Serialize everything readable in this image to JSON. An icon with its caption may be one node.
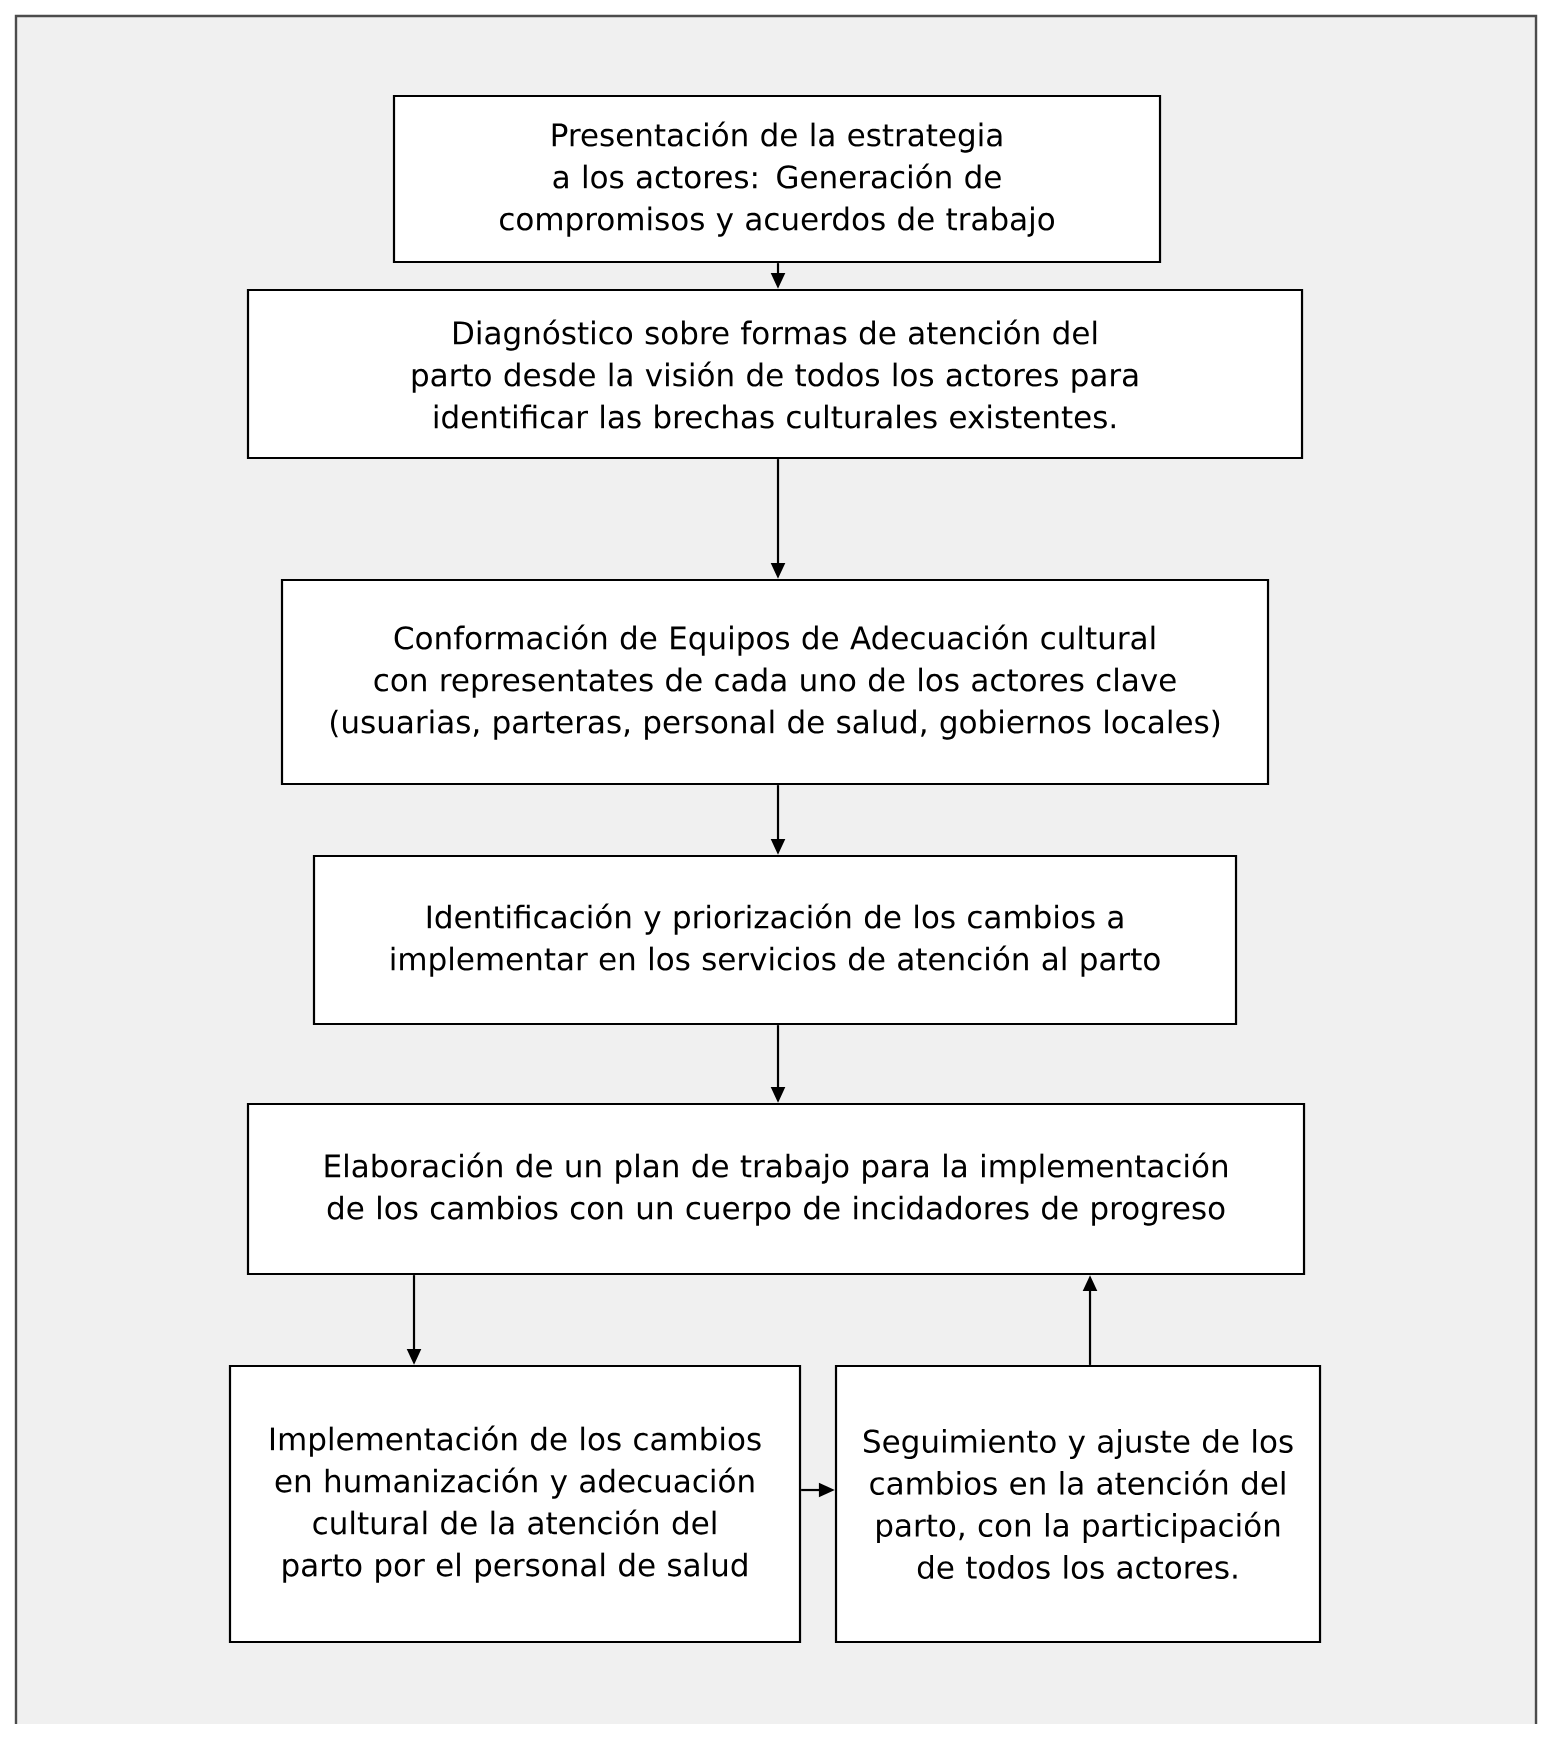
{
  "diagram": {
    "nodes": [
      {
        "text": [
          "Presentación de la estrategia a los actores: Generación de compromisos y acuerdos de trabajo"
        ]
      },
      {
        "text": [
          "Diagnóstico sobre formas de atención del parto desde la visión de todos los actores para identificar las brechas culturales existentes."
        ]
      },
      {
        "text": [
          "Conformación de Equipos de Adecuación cultural con representates de cada uno de los actores clave (usuarias, parteras, personal de salud, gobiernos locales)"
        ]
      },
      {
        "text": [
          "Identificación y priorización de los cambios a implementar en los servicios de atención al parto"
        ]
      },
      {
        "text": [
          "Elaboración de un plan de trabajo para la implementación de los cambios con un cuerpo de incidadores de progreso"
        ]
      },
      {
        "text": [
          "Implementación de los cambios en humanización y adecuación cultural de la atención del parto por el personal de salud"
        ]
      },
      {
        "text": [
          "Seguimiento y ajuste de los cambios en la atención del parto, con la participación de todos los actores."
        ]
      }
    ],
    "edges": [
      {
        "from": 0,
        "to": 1,
        "arrow": "to"
      },
      {
        "from": 1,
        "to": 2,
        "arrow": "to"
      },
      {
        "from": 2,
        "to": 3,
        "arrow": "to"
      },
      {
        "from": 3,
        "to": 4,
        "arrow": "to"
      },
      {
        "from": 4,
        "to": 5,
        "arrow": "to"
      },
      {
        "from": 5,
        "to": 6,
        "arrow": "to"
      },
      {
        "from": 6,
        "to": 4,
        "arrow": "to"
      }
    ]
  }
}
